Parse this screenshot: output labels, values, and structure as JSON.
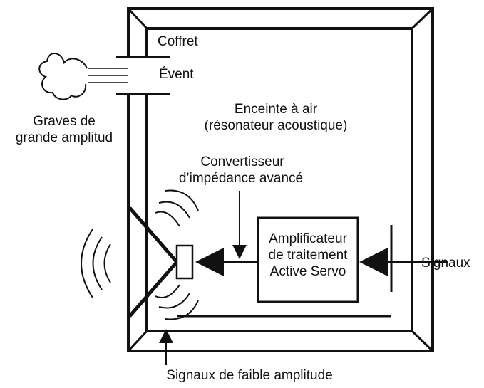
{
  "labels": {
    "coffret": "Coffret",
    "event": "Évent",
    "graves_line1": "Graves de",
    "graves_line2": "grande amplitud",
    "enceinte_line1": "Enceinte à air",
    "enceinte_line2": "(résonateur acoustique)",
    "convertisseur_line1": "Convertisseur",
    "convertisseur_line2": "d’impédance avancé",
    "amp_line1": "Amplificateur",
    "amp_line2": "de traitement",
    "amp_line3": "Active Servo",
    "signaux": "Signaux",
    "faible": "Signaux de faible amplitude"
  },
  "colors": {
    "ink": "#111111",
    "background": "#ffffff"
  }
}
